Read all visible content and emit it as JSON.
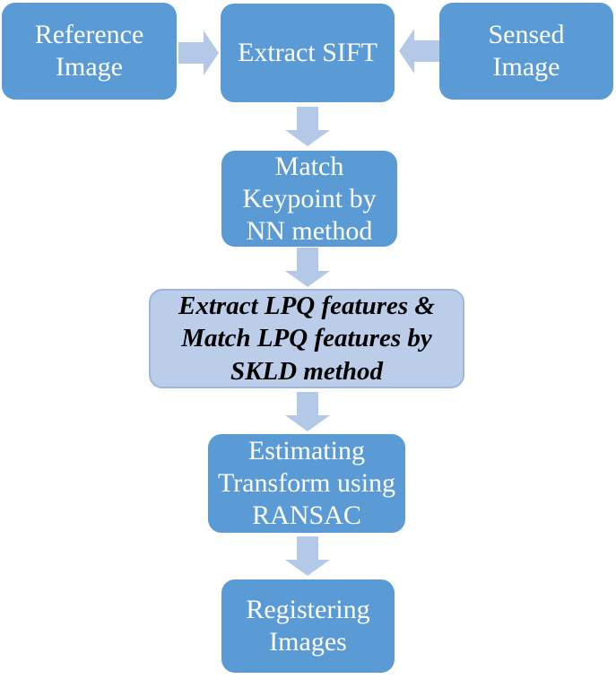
{
  "diagram": {
    "type": "flowchart",
    "nodes": {
      "reference_image": {
        "label": "Reference\nImage"
      },
      "extract_sift": {
        "label": "Extract SIFT"
      },
      "sensed_image": {
        "label": "Sensed\nImage"
      },
      "match_keypoint": {
        "label": "Match\nKeypoint by\nNN method"
      },
      "lpq_skld": {
        "label": "Extract LPQ features &\nMatch LPQ features by\nSKLD method"
      },
      "estimate_transform": {
        "label": "Estimating\nTransform using\nRANSAC"
      },
      "register_images": {
        "label": "Registering\nImages"
      }
    },
    "edges": [
      {
        "from": "reference_image",
        "to": "extract_sift",
        "direction": "right"
      },
      {
        "from": "sensed_image",
        "to": "extract_sift",
        "direction": "left"
      },
      {
        "from": "extract_sift",
        "to": "match_keypoint",
        "direction": "down"
      },
      {
        "from": "match_keypoint",
        "to": "lpq_skld",
        "direction": "down"
      },
      {
        "from": "lpq_skld",
        "to": "estimate_transform",
        "direction": "down"
      },
      {
        "from": "estimate_transform",
        "to": "register_images",
        "direction": "down"
      }
    ]
  },
  "colors": {
    "box-fill": "#5B9BD5",
    "box-text": "#FFFFFF",
    "arrow-fill": "#B4C9E8",
    "highlight-fill": "#BCCDE9",
    "highlight-border": "#9DB6DF",
    "highlight-text": "#000000",
    "background": "#FFFFFF"
  }
}
